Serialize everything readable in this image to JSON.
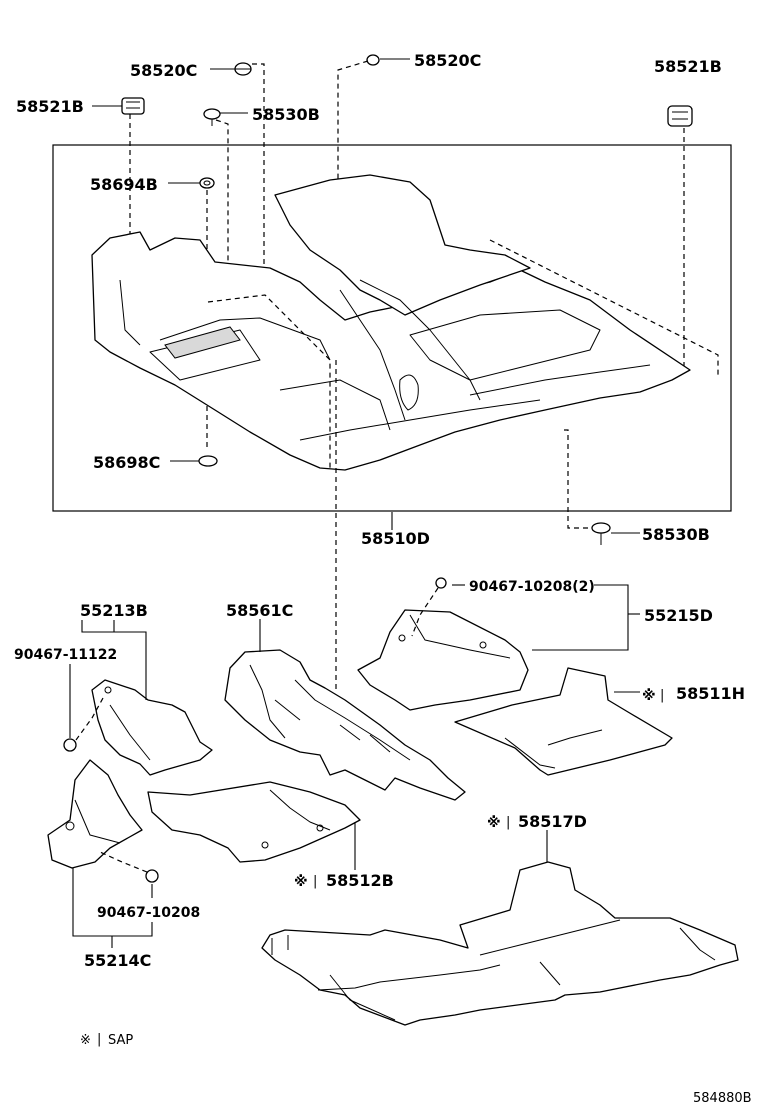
{
  "labels": {
    "clip_58520c_left": "58520C",
    "clip_58520c_right": "58520C",
    "bracket_58521b_right": "58521B",
    "bracket_58521b_left": "58521B",
    "clip_58530b_top": "58530B",
    "grommet_58694b": "58694B",
    "grommet_58698c": "58698C",
    "carpet_58510d": "58510D",
    "clip_58530b_bottom": "58530B",
    "bolt_90467_10208_2": "90467-10208(2)",
    "insulator_55215d": "55215D",
    "silencer_58561c": "58561C",
    "insulator_55213b": "55213B",
    "bolt_90467_11122": "90467-11122",
    "mat_58511h": "58511H",
    "mat_58517d": "58517D",
    "mat_58512b": "58512B",
    "bolt_90467_10208": "90467-10208",
    "insulator_55214c": "55214C"
  },
  "marks": {
    "sap_mark": "※",
    "sap_bar": "|"
  },
  "footnote": {
    "symbol": "※",
    "bar": "|",
    "text": "SAP"
  },
  "figure_code": "584880B"
}
